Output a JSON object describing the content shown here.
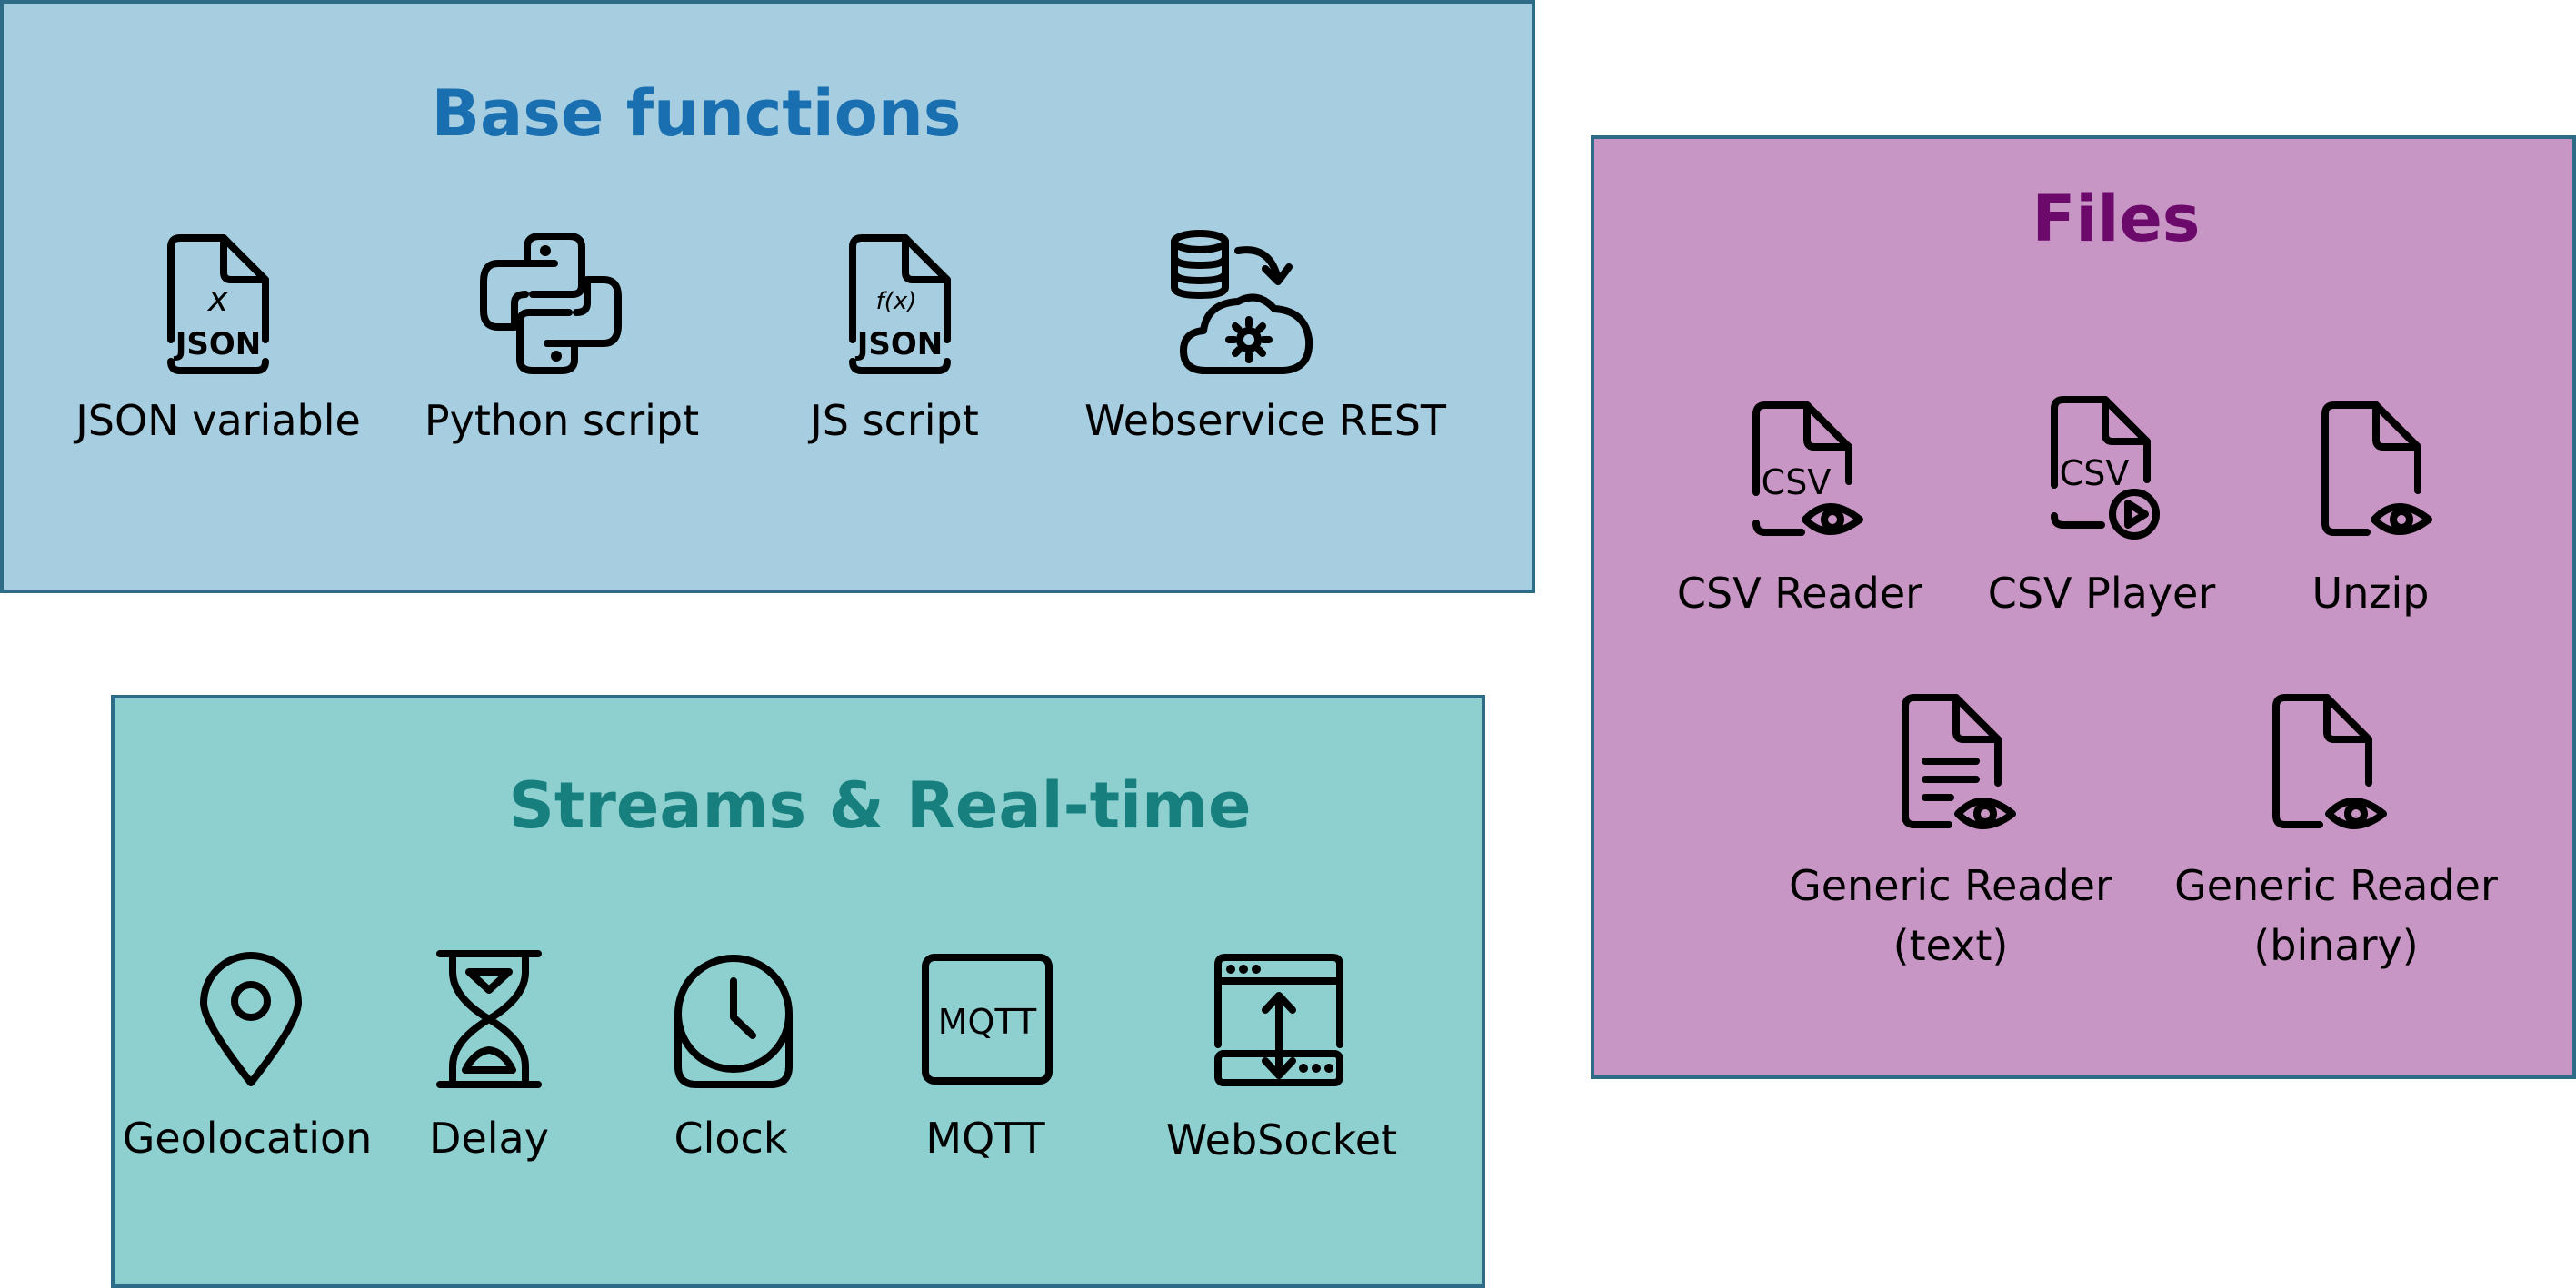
{
  "colors": {
    "base_title": "#1a6fb0",
    "streams_title": "#17807f",
    "files_title": "#6c0a6c",
    "base_bg": "#a6cee0",
    "streams_bg": "#8ed0d0",
    "files_bg": "#c896c4",
    "border": "#2e6b86"
  },
  "base": {
    "title": "Base functions",
    "items": [
      {
        "label": "JSON variable",
        "icon": "json-variable-icon",
        "icon_text": "JSON",
        "icon_symbol": "x"
      },
      {
        "label": "Python script",
        "icon": "python-icon"
      },
      {
        "label": "JS script",
        "icon": "js-function-icon",
        "icon_text": "JSON",
        "icon_symbol": "f(x)"
      },
      {
        "label": "Webservice REST",
        "icon": "database-cloud-icon"
      }
    ]
  },
  "streams": {
    "title": "Streams & Real-time",
    "items": [
      {
        "label": "Geolocation",
        "icon": "map-pin-icon"
      },
      {
        "label": "Delay",
        "icon": "hourglass-icon"
      },
      {
        "label": "Clock",
        "icon": "clock-icon"
      },
      {
        "label": "MQTT",
        "icon": "mqtt-icon",
        "icon_text": "MQTT"
      },
      {
        "label": "WebSocket",
        "icon": "websocket-icon"
      }
    ]
  },
  "files": {
    "title": "Files",
    "items": [
      {
        "label": "CSV Reader",
        "icon": "csv-reader-icon",
        "icon_text": "CSV"
      },
      {
        "label": "CSV Player",
        "icon": "csv-player-icon",
        "icon_text": "CSV"
      },
      {
        "label": "Unzip",
        "icon": "file-eye-icon"
      },
      {
        "label_line1": "Generic Reader",
        "label_line2": "(text)",
        "icon": "text-file-eye-icon"
      },
      {
        "label_line1": "Generic Reader",
        "label_line2": "(binary)",
        "icon": "binary-file-eye-icon"
      }
    ]
  }
}
